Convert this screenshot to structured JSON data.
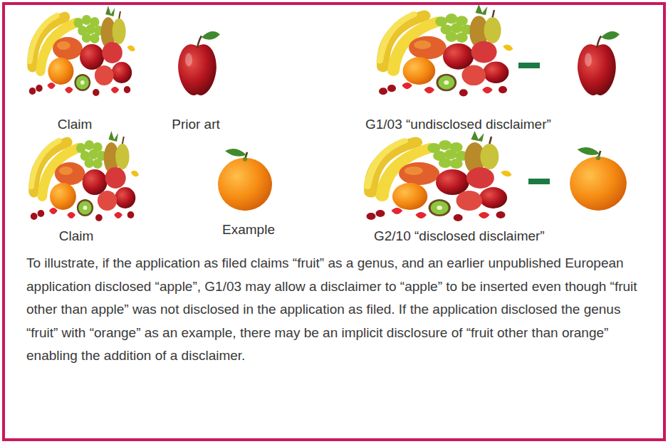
{
  "diagram": {
    "nodes": [
      {
        "text": [
          "To illustrate, if the application as filed claims “fruit” as a genus, and an earlier unpublished European application disclosed “apple”, G1/03 may allow a disclaimer to “apple” to be inserted even though “fruit other than apple” was not disclosed in the application as filed.  If the application disclosed the genus “fruit” with “orange” as an example, there may be an implicit disclosure of “fruit other than orange” enabling the addition of a disclaimer."
        ]
      }
    ],
    "labels": [
      "Claim",
      "Prior art",
      "G1/03 “undisclosed disclaimer”",
      "Claim",
      "Example",
      "G2/10 “disclosed disclaimer”"
    ]
  }
}
